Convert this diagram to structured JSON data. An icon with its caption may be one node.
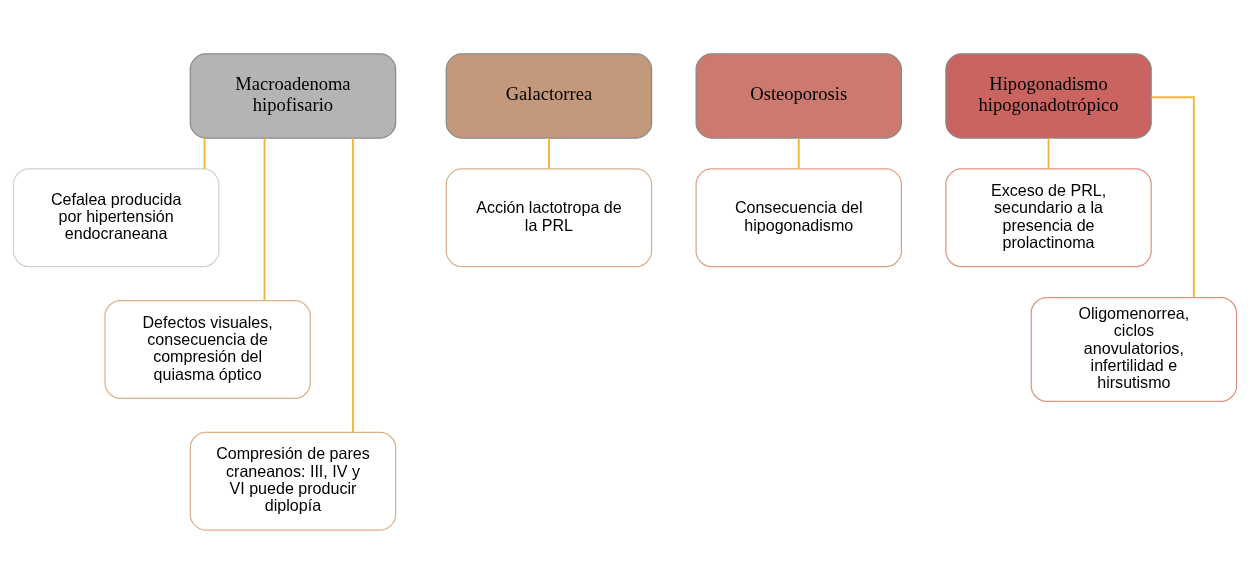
{
  "diagram": {
    "nodes": [
      {
        "text": [
          "Macroadenoma hipofisario"
        ]
      },
      {
        "text": [
          "Cefalea producida por hipertensión endocraneana"
        ]
      },
      {
        "text": [
          "Defectos visuales, consecuencia de compresión del quiasma óptico"
        ]
      },
      {
        "text": [
          "Compresión de pares craneanos: III, IV y VI puede producir diplopía"
        ]
      },
      {
        "text": [
          "Galactorrea"
        ]
      },
      {
        "text": [
          "Acción lactotropa de la PRL"
        ]
      },
      {
        "text": [
          "Osteoporosis"
        ]
      },
      {
        "text": [
          "Consecuencia del hipogonadismo"
        ]
      },
      {
        "text": [
          "Hipogonadismo hipogonadotrópico"
        ]
      },
      {
        "text": [
          "Exceso de PRL, secundario a la presencia de prolactinoma"
        ]
      },
      {
        "text": [
          "Oligomenorrea, ciclos anovulatorios, infertilidad e hirsutismo"
        ]
      }
    ],
    "edges": [
      {
        "from": 0,
        "to": 1,
        "arrow": "none"
      },
      {
        "from": 0,
        "to": 2,
        "arrow": "none"
      },
      {
        "from": 0,
        "to": 3,
        "arrow": "none"
      },
      {
        "from": 4,
        "to": 5,
        "arrow": "none"
      },
      {
        "from": 6,
        "to": 7,
        "arrow": "none"
      },
      {
        "from": 8,
        "to": 9,
        "arrow": "none"
      },
      {
        "from": 8,
        "to": 10,
        "arrow": "none"
      }
    ]
  }
}
